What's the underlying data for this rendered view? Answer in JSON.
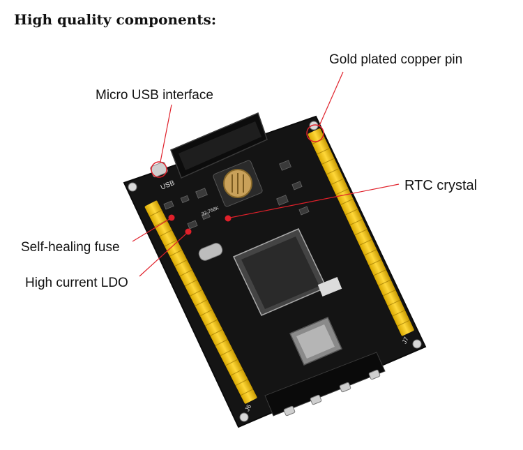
{
  "heading": "High quality components:",
  "callouts": {
    "gold_pin": "Gold plated copper pin",
    "micro_usb": "Micro USB interface",
    "rtc_crystal": "RTC crystal",
    "self_healing_fuse": "Self-healing fuse",
    "high_current_ldo": "High current LDO"
  },
  "board_marks": {
    "usb": "USB",
    "j6": "J6",
    "j7": "J7",
    "crystal_freq": "32.768K"
  },
  "colors": {
    "board": "#141414",
    "header_pin": "#f2c400",
    "callout_line": "#e0202a",
    "chip": "#2a2a2a"
  }
}
